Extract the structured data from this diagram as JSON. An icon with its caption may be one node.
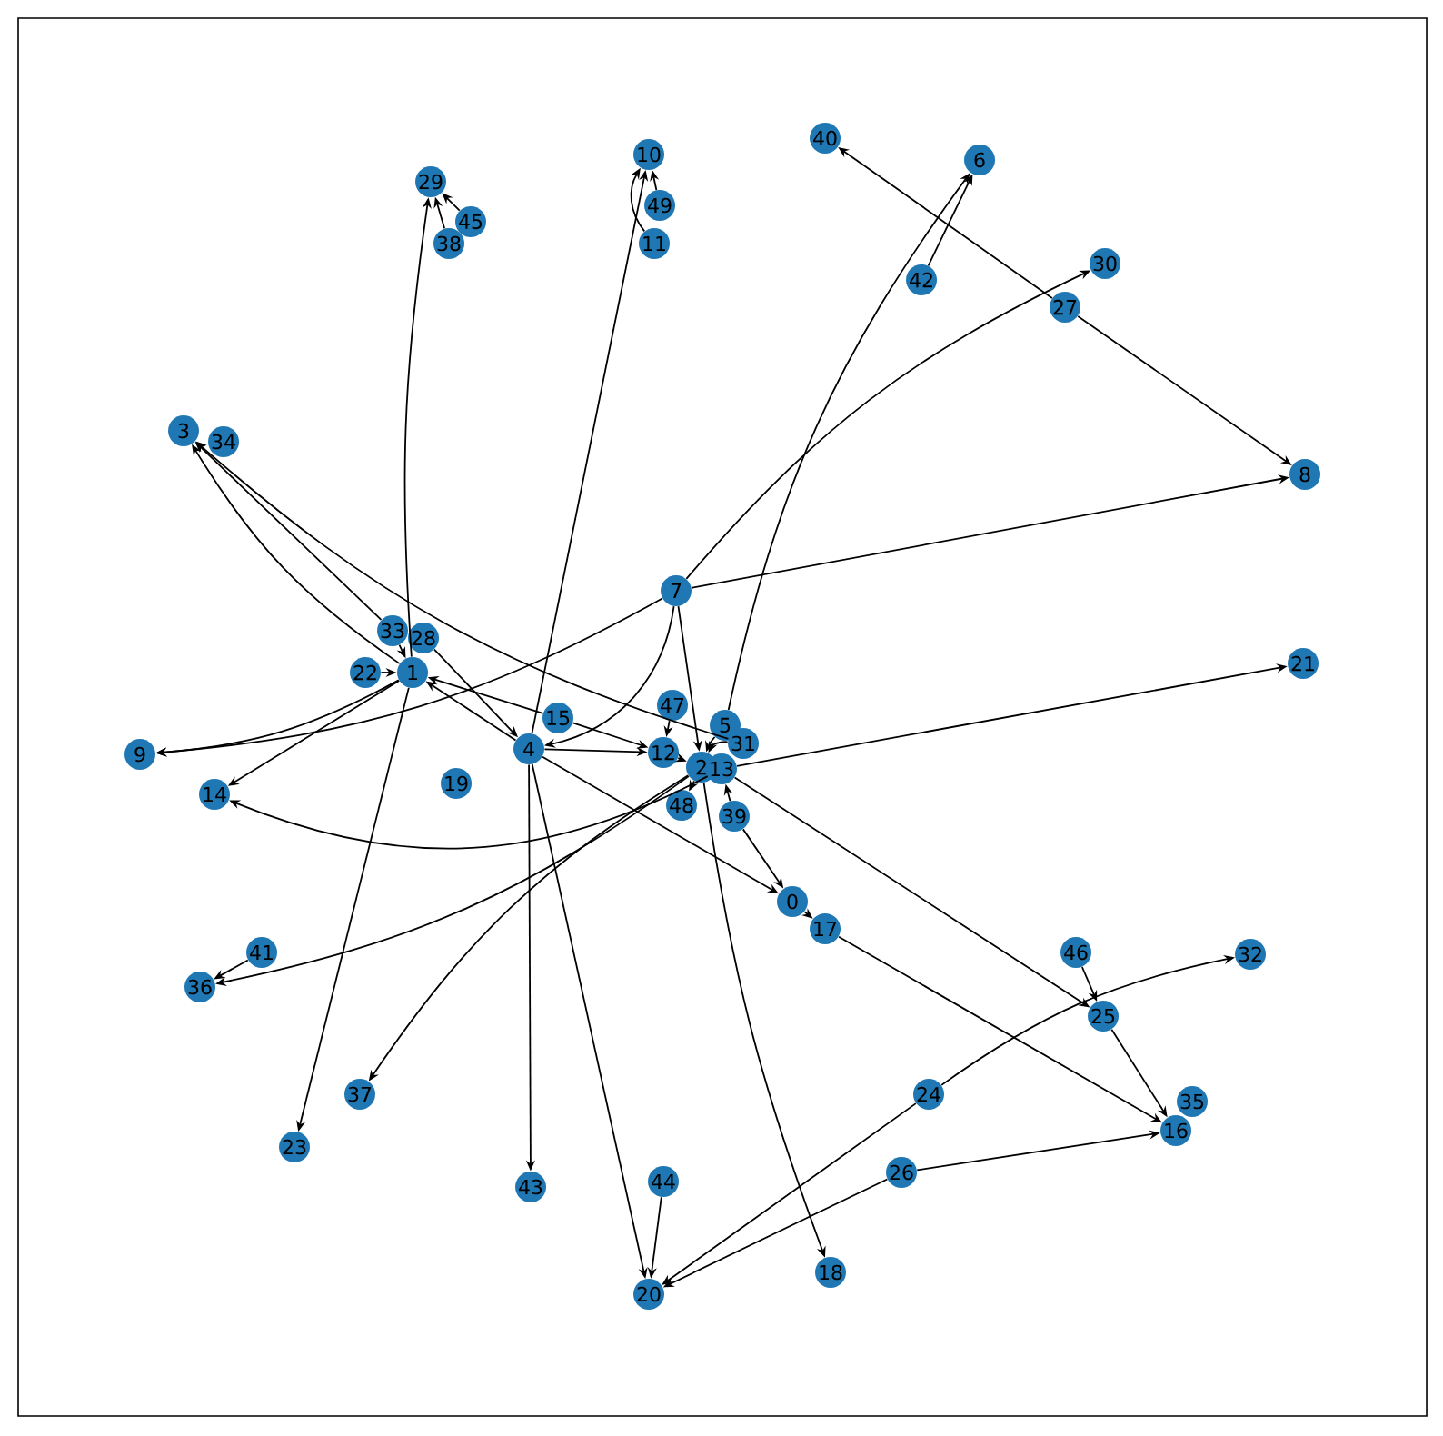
{
  "diagram": {
    "nodes": [
      {
        "text": [
          "0"
        ]
      },
      {
        "text": [
          "1"
        ]
      },
      {
        "text": [
          "2"
        ]
      },
      {
        "text": [
          "3"
        ]
      },
      {
        "text": [
          "4"
        ]
      },
      {
        "text": [
          "5"
        ]
      },
      {
        "text": [
          "6"
        ]
      },
      {
        "text": [
          "7"
        ]
      },
      {
        "text": [
          "8"
        ]
      },
      {
        "text": [
          "9"
        ]
      },
      {
        "text": [
          "10"
        ]
      },
      {
        "text": [
          "11"
        ]
      },
      {
        "text": [
          "12"
        ]
      },
      {
        "text": [
          "13"
        ]
      },
      {
        "text": [
          "14"
        ]
      },
      {
        "text": [
          "15"
        ]
      },
      {
        "text": [
          "16"
        ]
      },
      {
        "text": [
          "17"
        ]
      },
      {
        "text": [
          "18"
        ]
      },
      {
        "text": [
          "19"
        ]
      },
      {
        "text": [
          "20"
        ]
      },
      {
        "text": [
          "21"
        ]
      },
      {
        "text": [
          "22"
        ]
      },
      {
        "text": [
          "23"
        ]
      },
      {
        "text": [
          "24"
        ]
      },
      {
        "text": [
          "25"
        ]
      },
      {
        "text": [
          "26"
        ]
      },
      {
        "text": [
          "27"
        ]
      },
      {
        "text": [
          "28"
        ]
      },
      {
        "text": [
          "29"
        ]
      },
      {
        "text": [
          "30"
        ]
      },
      {
        "text": [
          "31"
        ]
      },
      {
        "text": [
          "32"
        ]
      },
      {
        "text": [
          "33"
        ]
      },
      {
        "text": [
          "34"
        ]
      },
      {
        "text": [
          "35"
        ]
      },
      {
        "text": [
          "36"
        ]
      },
      {
        "text": [
          "37"
        ]
      },
      {
        "text": [
          "38"
        ]
      },
      {
        "text": [
          "39"
        ]
      },
      {
        "text": [
          "40"
        ]
      },
      {
        "text": [
          "41"
        ]
      },
      {
        "text": [
          "42"
        ]
      },
      {
        "text": [
          "43"
        ]
      },
      {
        "text": [
          "44"
        ]
      },
      {
        "text": [
          "45"
        ]
      },
      {
        "text": [
          "46"
        ]
      },
      {
        "text": [
          "47"
        ]
      },
      {
        "text": [
          "48"
        ]
      },
      {
        "text": [
          "49"
        ]
      }
    ],
    "edges": [
      {
        "from": 1,
        "to": 9,
        "arrow": "to"
      },
      {
        "from": 7,
        "to": 9,
        "arrow": "to"
      },
      {
        "from": 1,
        "to": 14,
        "arrow": "to"
      },
      {
        "from": 1,
        "to": 23,
        "arrow": "to"
      },
      {
        "from": 1,
        "to": 29,
        "arrow": "to"
      },
      {
        "from": 38,
        "to": 29,
        "arrow": "to"
      },
      {
        "from": 45,
        "to": 29,
        "arrow": "to"
      },
      {
        "from": 1,
        "to": 3,
        "arrow": "to"
      },
      {
        "from": 33,
        "to": 3,
        "arrow": "to"
      },
      {
        "from": 31,
        "to": 3,
        "arrow": "to"
      },
      {
        "from": 22,
        "to": 1,
        "arrow": "to"
      },
      {
        "from": 33,
        "to": 1,
        "arrow": "to"
      },
      {
        "from": 4,
        "to": 1,
        "arrow": "to"
      },
      {
        "from": 15,
        "to": 1,
        "arrow": "to"
      },
      {
        "from": 28,
        "to": 4,
        "arrow": "to"
      },
      {
        "from": 7,
        "to": 8,
        "arrow": "to"
      },
      {
        "from": 7,
        "to": 4,
        "arrow": "to"
      },
      {
        "from": 7,
        "to": 2,
        "arrow": "to"
      },
      {
        "from": 7,
        "to": 30,
        "arrow": "to"
      },
      {
        "from": 4,
        "to": 10,
        "arrow": "to"
      },
      {
        "from": 49,
        "to": 10,
        "arrow": "to"
      },
      {
        "from": 11,
        "to": 10,
        "arrow": "to"
      },
      {
        "from": 4,
        "to": 43,
        "arrow": "to"
      },
      {
        "from": 4,
        "to": 20,
        "arrow": "to"
      },
      {
        "from": 44,
        "to": 20,
        "arrow": "to"
      },
      {
        "from": 24,
        "to": 20,
        "arrow": "to"
      },
      {
        "from": 26,
        "to": 20,
        "arrow": "to"
      },
      {
        "from": 4,
        "to": 12,
        "arrow": "to"
      },
      {
        "from": 15,
        "to": 12,
        "arrow": "to"
      },
      {
        "from": 4,
        "to": 0,
        "arrow": "to"
      },
      {
        "from": 5,
        "to": 6,
        "arrow": "to"
      },
      {
        "from": 42,
        "to": 6,
        "arrow": "to"
      },
      {
        "from": 27,
        "to": 40,
        "arrow": "to"
      },
      {
        "from": 27,
        "to": 8,
        "arrow": "to"
      },
      {
        "from": 13,
        "to": 21,
        "arrow": "to"
      },
      {
        "from": 13,
        "to": 14,
        "arrow": "to"
      },
      {
        "from": 13,
        "to": 25,
        "arrow": "to"
      },
      {
        "from": 2,
        "to": 18,
        "arrow": "to"
      },
      {
        "from": 39,
        "to": 0,
        "arrow": "to"
      },
      {
        "from": 0,
        "to": 17,
        "arrow": "to"
      },
      {
        "from": 17,
        "to": 16,
        "arrow": "to"
      },
      {
        "from": 25,
        "to": 16,
        "arrow": "to"
      },
      {
        "from": 46,
        "to": 25,
        "arrow": "to"
      },
      {
        "from": 24,
        "to": 32,
        "arrow": "to"
      },
      {
        "from": 26,
        "to": 16,
        "arrow": "to"
      },
      {
        "from": 47,
        "to": 12,
        "arrow": "to"
      },
      {
        "from": 5,
        "to": 2,
        "arrow": "to"
      },
      {
        "from": 31,
        "to": 2,
        "arrow": "to"
      },
      {
        "from": 39,
        "to": 13,
        "arrow": "to"
      },
      {
        "from": 2,
        "to": 48,
        "arrow": "to"
      },
      {
        "from": 41,
        "to": 36,
        "arrow": "to"
      },
      {
        "from": 2,
        "to": 36,
        "arrow": "to"
      },
      {
        "from": 2,
        "to": 37,
        "arrow": "to"
      },
      {
        "from": 12,
        "to": 2,
        "arrow": "to"
      }
    ]
  }
}
